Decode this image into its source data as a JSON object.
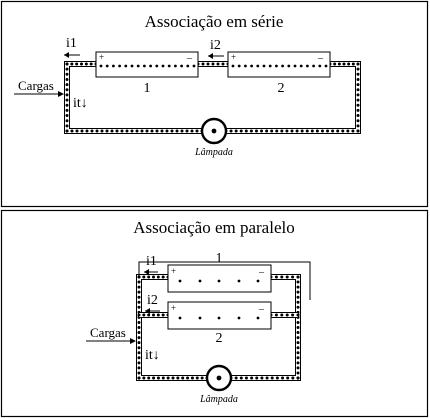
{
  "series_panel": {
    "title": "Associação em série",
    "current_i1": "i1",
    "current_i2": "i2",
    "current_it": "it↓",
    "charges_label": "Cargas",
    "battery_1": "1",
    "battery_2": "2",
    "plus": "+",
    "minus": "–",
    "lamp_label": "Lâmpada"
  },
  "parallel_panel": {
    "title": "Associação em paralelo",
    "current_i1": "i1",
    "current_i2": "i2",
    "current_it": "it↓",
    "charges_label": "Cargas",
    "battery_1": "1",
    "battery_2": "2",
    "plus": "+",
    "minus": "–",
    "lamp_label": "Lâmpada"
  },
  "colors": {
    "ink": "#000000",
    "paper": "#ffffff"
  }
}
